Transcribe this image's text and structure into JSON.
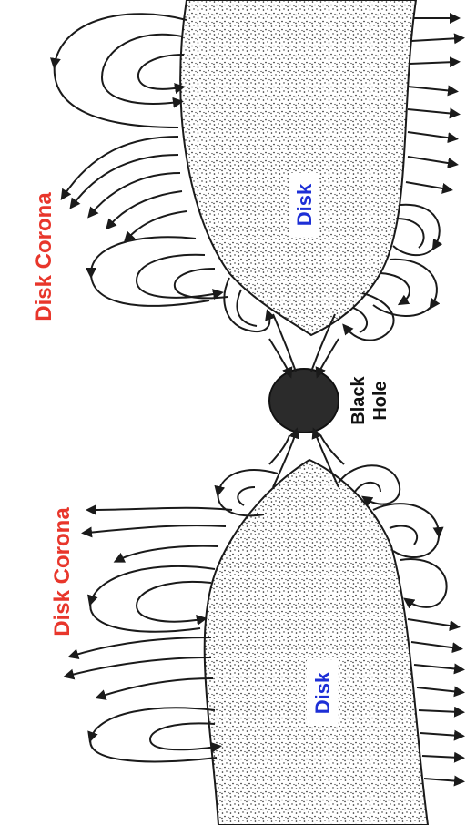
{
  "labels": {
    "corona_top": "Disk Corona",
    "corona_bottom": "Disk Corona",
    "disk_top": "Disk",
    "disk_bottom": "Disk",
    "black_hole_line1": "Black",
    "black_hole_line2": "Hole"
  },
  "colors": {
    "corona_text": "#e8362b",
    "disk_text": "#1d2fd6",
    "black_hole_text": "#111111",
    "ink": "#1a1a1a",
    "background": "#ffffff"
  }
}
